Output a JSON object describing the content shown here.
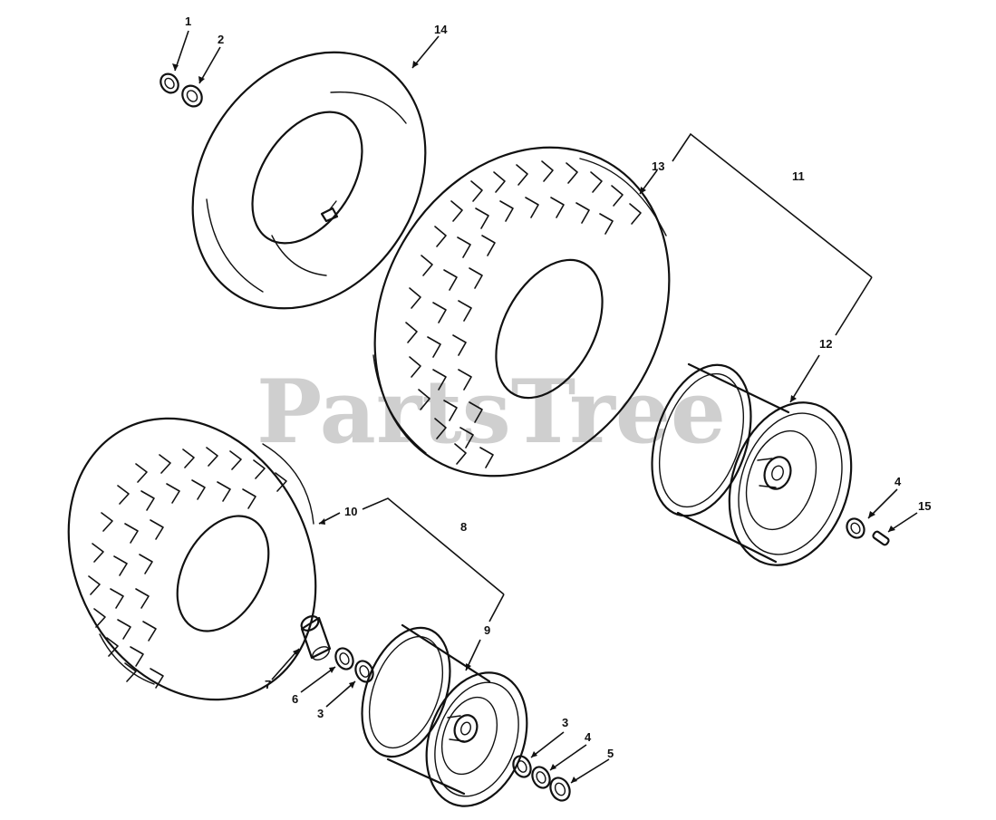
{
  "watermark": "PartsTree",
  "callouts": {
    "c1": "1",
    "c2": "2",
    "c14": "14",
    "c13": "13",
    "c11": "11",
    "c12": "12",
    "c4a": "4",
    "c15": "15",
    "c10": "10",
    "c8": "8",
    "c9": "9",
    "c7": "7",
    "c6": "6",
    "c3a": "3",
    "c3b": "3",
    "c4b": "4",
    "c5": "5"
  }
}
